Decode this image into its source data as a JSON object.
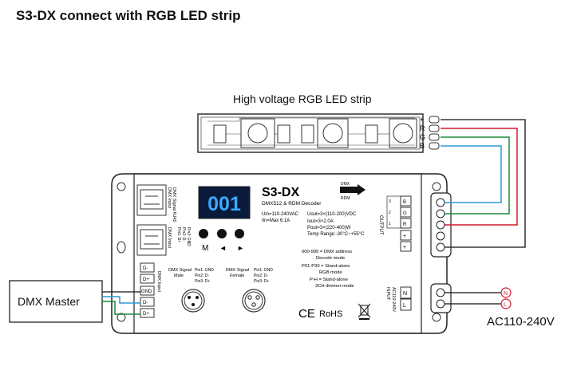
{
  "title": "S3-DX connect with RGB LED strip",
  "strip": {
    "label": "High voltage RGB LED strip",
    "terminals": [
      "+",
      "R",
      "G",
      "B"
    ]
  },
  "master": {
    "label": "DMX Master"
  },
  "ac": {
    "label": "AC110-240V",
    "n": "N",
    "l": "L"
  },
  "device": {
    "model": "S3-DX",
    "subtitle": "DMX512 & RDM Decoder",
    "display": "001",
    "dmx_logo": "DMX",
    "rdm_logo": "RDM",
    "specs_left": [
      "Uin=110-240VAC",
      "Iin=Max 6.1A"
    ],
    "specs_right": [
      "Uout=3×(110-200)VDC",
      "Iout=3×2.0A",
      "Pout=3×(220-400)W",
      "Temp Range:-30°C~+55°C"
    ],
    "buttons": [
      "M",
      "◄",
      "►"
    ],
    "rj45_labels": [
      "DMX Signal RJ45",
      "DMX Input",
      "DMX Input"
    ],
    "rj45_pins_1": [
      "Pin1: D+",
      "Pin2: D-",
      "Pin3: GND"
    ],
    "dmx_terminals": [
      "D-",
      "D+",
      "GND",
      "D-",
      "D+"
    ],
    "dmx_input_label": "DMX Input",
    "xlr_male": {
      "title": "DMX Signal",
      "sub": "Male",
      "pins": [
        "Pin1: GND",
        "Pin2: D-",
        "Pin3: D+"
      ]
    },
    "xlr_female": {
      "title": "DMX Signal",
      "sub": "Female",
      "pins": [
        "Pin1: GND",
        "Pin2: D-",
        "Pin3: D+"
      ]
    },
    "modes": [
      [
        "000-999 = DMX address",
        "Decode mode"
      ],
      [
        "P01-P30 = Stand-alone",
        "RGB mode"
      ],
      [
        "P-H = Stand-alone",
        "3CH dimmer mode"
      ]
    ],
    "cert": [
      "CE",
      "RoHS"
    ],
    "output_label": "OUTPUT",
    "output_terminals": [
      "B",
      "G",
      "R",
      "+",
      "+"
    ],
    "output_channels": [
      "3",
      "2",
      "1"
    ],
    "input_label": [
      "INPUT",
      "AC110-240V"
    ],
    "input_terminals": [
      "N",
      "L"
    ]
  },
  "colors": {
    "red": "#d11a2a",
    "green": "#1a8a3a",
    "blue": "#2a9ad8",
    "display_bg": "#0a1a3a",
    "display_fg": "#3aa8ff"
  }
}
